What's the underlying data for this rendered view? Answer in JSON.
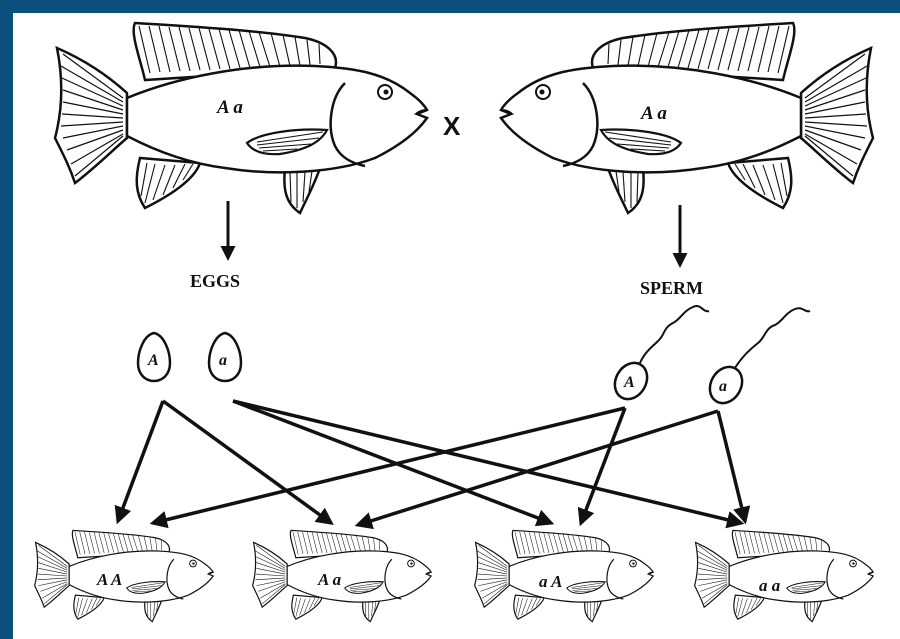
{
  "parents": {
    "female": {
      "genotype": "A a"
    },
    "cross_symbol": "X",
    "male": {
      "genotype": "A a"
    }
  },
  "labels": {
    "eggs": "EGGS",
    "sperm": "SPERM"
  },
  "eggs": [
    {
      "allele": "A"
    },
    {
      "allele": "a"
    }
  ],
  "sperm": [
    {
      "allele": "A"
    },
    {
      "allele": "a"
    }
  ],
  "offspring": [
    {
      "genotype": "A A"
    },
    {
      "genotype": "A a"
    },
    {
      "genotype": "a A"
    },
    {
      "genotype": "a a"
    }
  ]
}
